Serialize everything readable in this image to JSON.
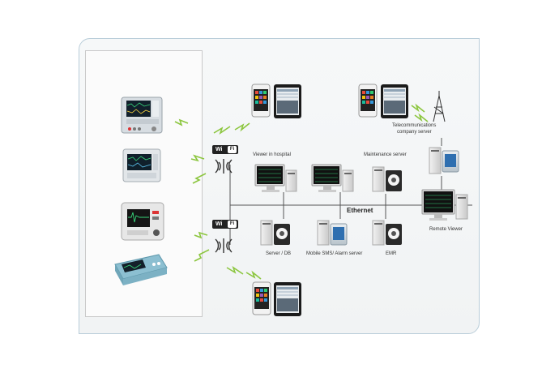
{
  "diagram": {
    "network_label": "Ethernet",
    "wifi_badge": {
      "left": "Wi",
      "right": "Fi"
    },
    "nodes": {
      "viewer_in_hospital": "Viewer in hospital",
      "maintenance_server": "Maintenance server",
      "telecom_line1": "Telecommunications",
      "telecom_line2": "company server",
      "remote_viewer": "Remote Viewer",
      "server_db": "Server / DB",
      "mobile_sms": "Mobile SMS/ Alarm server",
      "emr": "EMR"
    },
    "colors": {
      "frame_border": "#b9cdd9",
      "signal": "#8cc63f",
      "screen": "#1a1a1a",
      "device_teal": "#7fb7c9"
    }
  }
}
